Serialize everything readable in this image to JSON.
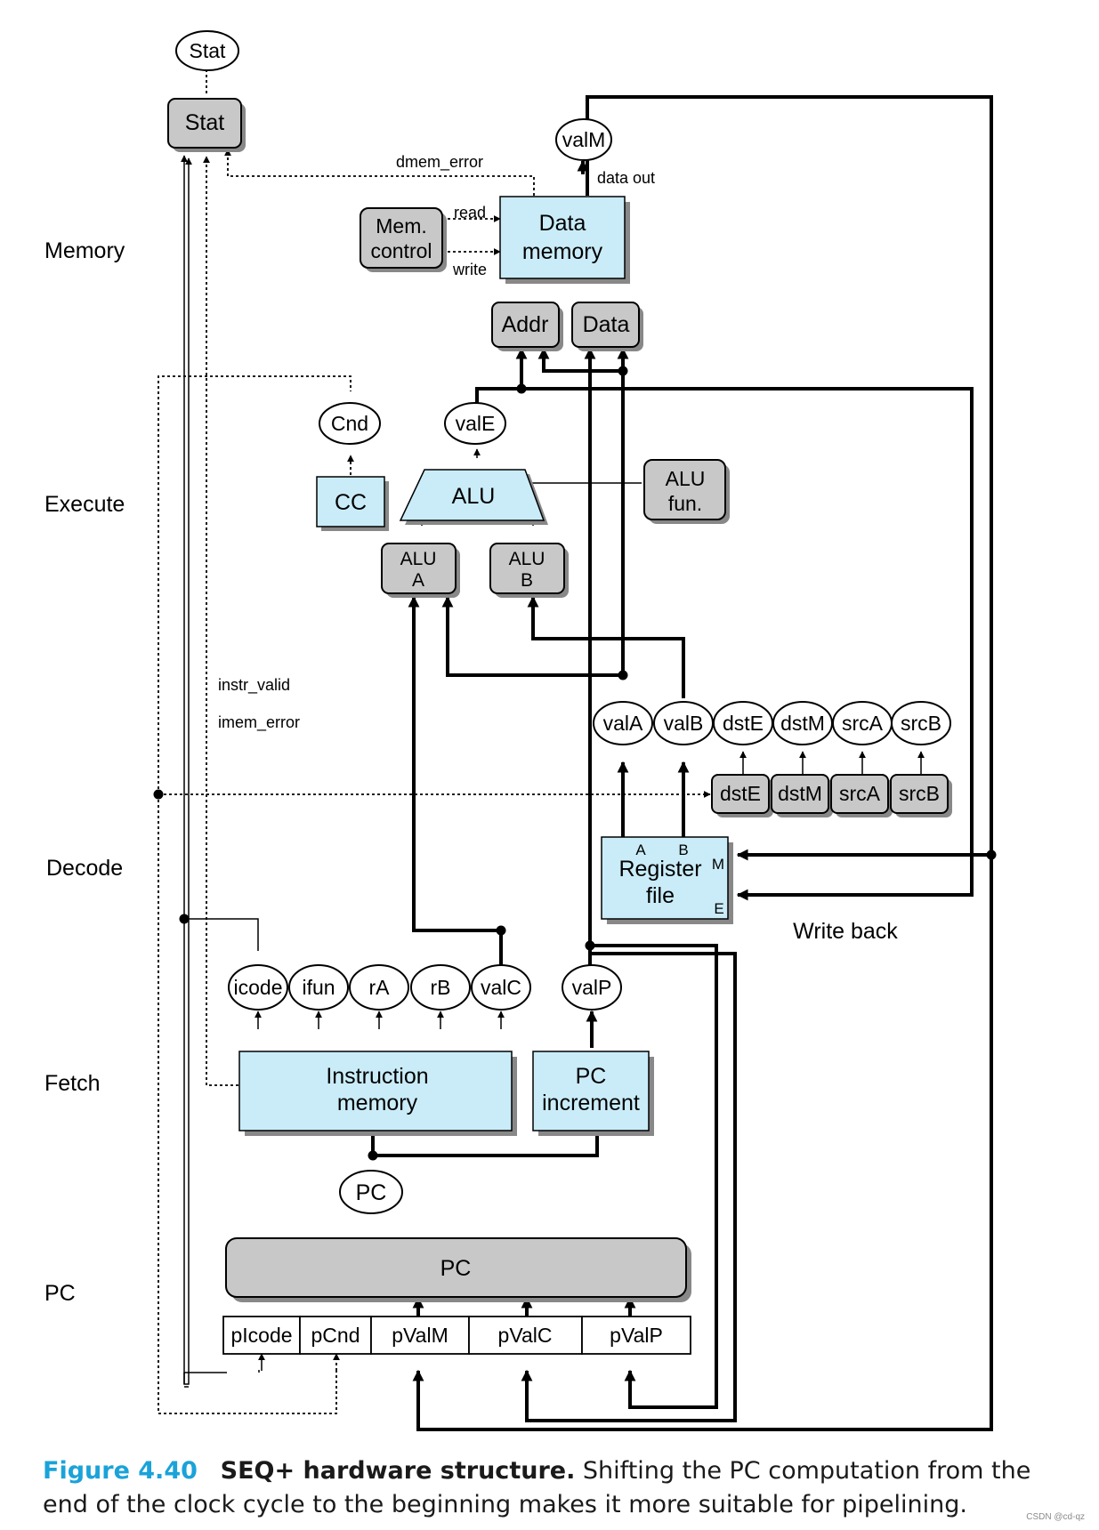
{
  "stages": [
    "Memory",
    "Execute",
    "Decode",
    "Fetch",
    "PC"
  ],
  "blocks": {
    "stat_reg": "Stat",
    "mem_ctrl_1": "Mem.",
    "mem_ctrl_2": "control",
    "dmem_1": "Data",
    "dmem_2": "memory",
    "addr": "Addr",
    "data": "Data",
    "cc": "CC",
    "alu": "ALU",
    "alufun_1": "ALU",
    "alufun_2": "fun.",
    "alua_1": "ALU",
    "alua_2": "A",
    "alub_1": "ALU",
    "alub_2": "B",
    "dste": "dstE",
    "dstm": "dstM",
    "srca": "srcA",
    "srcb": "srcB",
    "regfile_1": "Register",
    "regfile_2": "file",
    "port_a": "A",
    "port_b": "B",
    "port_m": "M",
    "port_e": "E",
    "imem_1": "Instruction",
    "imem_2": "memory",
    "pcinc_1": "PC",
    "pcinc_2": "increment",
    "pc_reg": "PC",
    "picode": "pIcode",
    "pcnd": "pCnd",
    "pvalm": "pValM",
    "pvalc": "pValC",
    "pvalp": "pValP"
  },
  "signals": {
    "stat": "Stat",
    "valm": "valM",
    "cnd": "Cnd",
    "vale": "valE",
    "vala": "valA",
    "valb": "valB",
    "dste": "dstE",
    "dstm": "dstM",
    "srca": "srcA",
    "srcb": "srcB",
    "icode": "icode",
    "ifun": "ifun",
    "ra": "rA",
    "rb": "rB",
    "valc": "valC",
    "valp": "valP",
    "pc": "PC"
  },
  "labels": {
    "dmem_error": "dmem_error",
    "data_out": "data out",
    "read": "read",
    "write": "write",
    "instr_valid": "instr_valid",
    "imem_error": "imem_error",
    "write_back": "Write back"
  },
  "caption": {
    "number": "Figure 4.40",
    "title": "SEQ+ hardware structure.",
    "text": " Shifting the PC computation from the end of the clock cycle to the beginning makes it more suitable for pipelining."
  },
  "credit": "CSDN @cd-qz",
  "colors": {
    "hardware_block": "#c9ecf8",
    "control_block": "#c8c8c8",
    "shadow": "#888888",
    "caption_accent": "#1aa3d9"
  }
}
